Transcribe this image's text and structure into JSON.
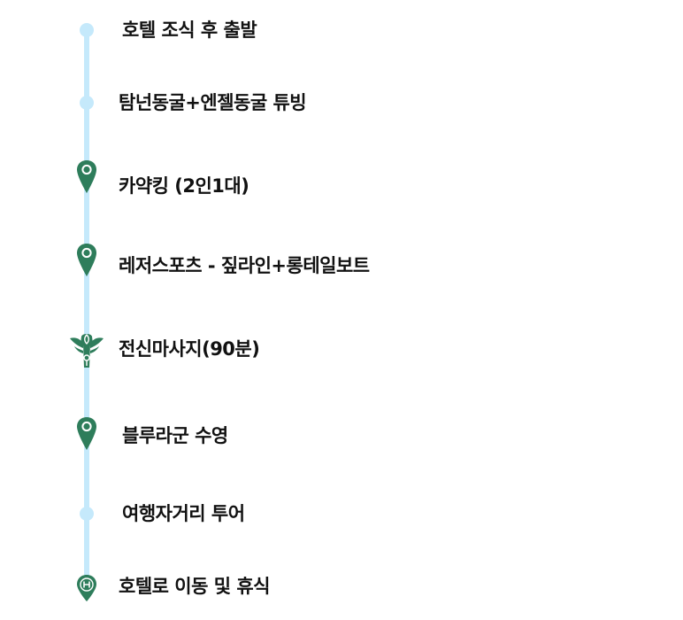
{
  "colors": {
    "track": "#c5e9fb",
    "marker": "#2e7d5b",
    "text": "#111111"
  },
  "steps": [
    {
      "label": "호텔 조식 후 출발",
      "icon": "dot-icon"
    },
    {
      "label": "탐넌동굴+엔젤동굴 튜빙",
      "icon": "dot-icon"
    },
    {
      "label": "카약킹 (2인1대)",
      "icon": "location-pin-icon"
    },
    {
      "label": "레저스포츠 - 짚라인+롱테일보트",
      "icon": "location-pin-icon"
    },
    {
      "label": "전신마사지(90분)",
      "icon": "spa-lotus-icon"
    },
    {
      "label": "블루라군 수영",
      "icon": "location-pin-icon"
    },
    {
      "label": "여행자거리 투어",
      "icon": "dot-icon"
    },
    {
      "label": "호텔로 이동 및 휴식",
      "icon": "hotel-pin-icon"
    }
  ]
}
